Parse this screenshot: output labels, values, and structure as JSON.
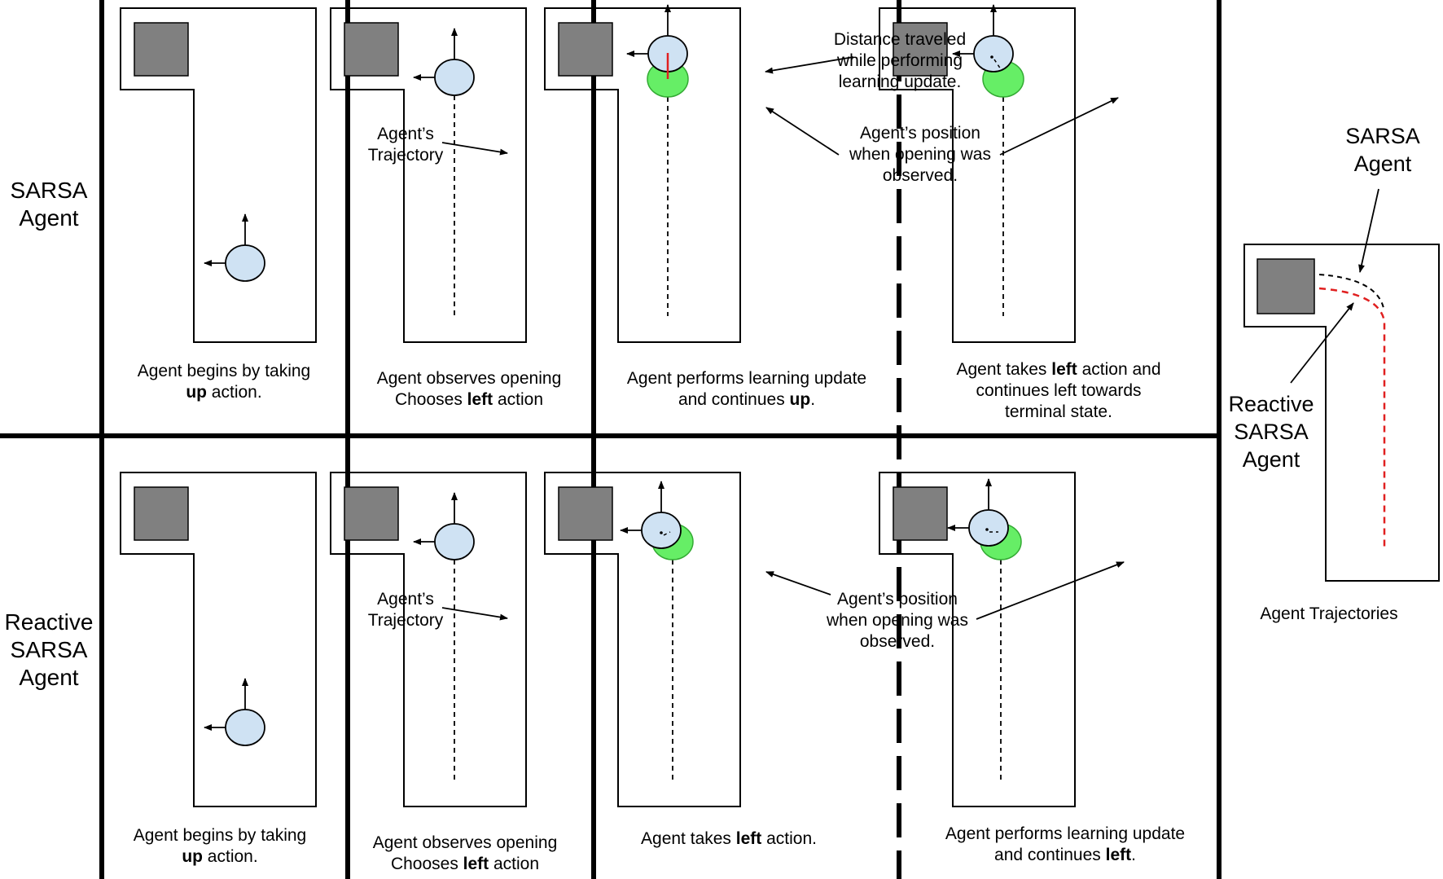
{
  "row_labels": {
    "sarsa": [
      "SARSA",
      "Agent"
    ],
    "reactive": [
      "Reactive",
      "SARSA",
      "Agent"
    ]
  },
  "captions": {
    "top_1": [
      [
        {
          "t": "Agent begins by taking"
        }
      ],
      [
        {
          "t": "up",
          "b": true
        },
        {
          "t": " action."
        }
      ]
    ],
    "top_2": [
      [
        {
          "t": "Agent observes opening"
        }
      ],
      [
        {
          "t": "Chooses "
        },
        {
          "t": "left",
          "b": true
        },
        {
          "t": " action"
        }
      ]
    ],
    "top_3": [
      [
        {
          "t": "Agent performs learning update"
        }
      ],
      [
        {
          "t": "and continues "
        },
        {
          "t": "up",
          "b": true
        },
        {
          "t": "."
        }
      ]
    ],
    "top_4": [
      [
        {
          "t": "Agent takes "
        },
        {
          "t": "left",
          "b": true
        },
        {
          "t": " action and"
        }
      ],
      [
        {
          "t": "continues left towards"
        }
      ],
      [
        {
          "t": "terminal state."
        }
      ]
    ],
    "bot_1": [
      [
        {
          "t": "Agent begins by taking"
        }
      ],
      [
        {
          "t": "up",
          "b": true
        },
        {
          "t": " action."
        }
      ]
    ],
    "bot_2": [
      [
        {
          "t": "Agent observes opening"
        }
      ],
      [
        {
          "t": "Chooses "
        },
        {
          "t": "left",
          "b": true
        },
        {
          "t": " action"
        }
      ]
    ],
    "bot_3": [
      [
        {
          "t": "Agent takes "
        },
        {
          "t": "left",
          "b": true
        },
        {
          "t": " action."
        }
      ]
    ],
    "bot_4": [
      [
        {
          "t": "Agent performs learning update"
        }
      ],
      [
        {
          "t": "and continues "
        },
        {
          "t": "left",
          "b": true
        },
        {
          "t": "."
        }
      ]
    ],
    "traj": [
      [
        {
          "t": "Agent Trajectories"
        }
      ]
    ]
  },
  "annotations": {
    "trajectory_top": [
      "Agent’s",
      "Trajectory"
    ],
    "trajectory_bottom": [
      "Agent’s",
      "Trajectory"
    ],
    "distance": [
      "Distance traveled",
      "while performing",
      "learning update."
    ],
    "position_top": [
      "Agent’s position",
      "when opening was",
      "observed."
    ],
    "position_bottom": [
      "Agent’s position",
      "when opening was",
      "observed."
    ],
    "legend_sarsa": [
      "SARSA",
      "Agent"
    ],
    "legend_reactive": [
      "Reactive",
      "SARSA",
      "Agent"
    ]
  },
  "colors": {
    "agent_fill": "#cfe2f3",
    "observed_fill": "#66ee66",
    "obstacle_fill": "#808080",
    "update_line": "#e02020",
    "sarsa_path": "#000000",
    "reactive_path": "#e02020"
  },
  "icons": {
    "agent": "agent-circle-icon",
    "observed": "observed-position-icon",
    "obstacle": "obstacle-square-icon",
    "action_up": "arrow-up-icon",
    "action_left": "arrow-left-icon"
  }
}
